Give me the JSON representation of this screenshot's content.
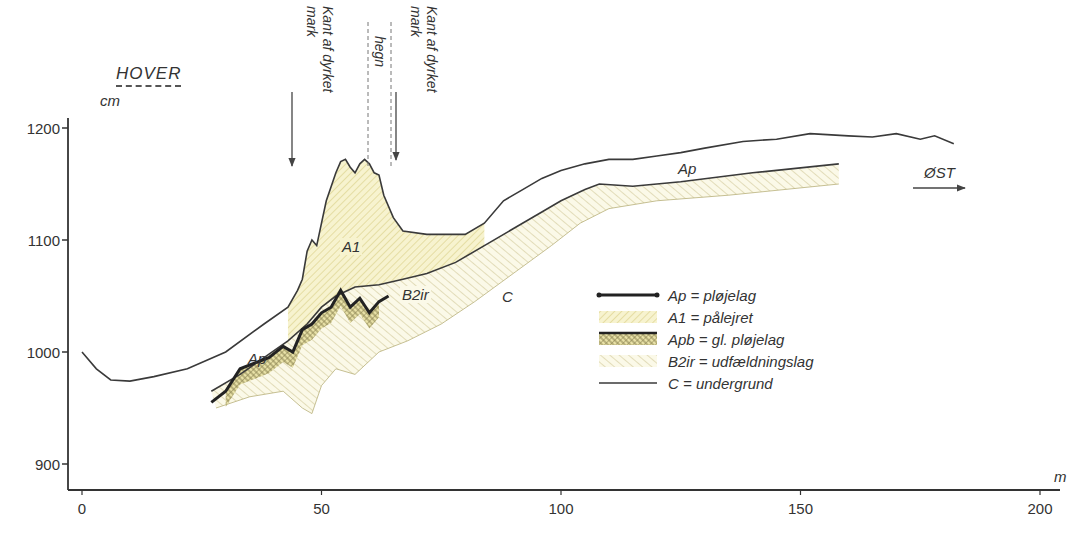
{
  "diagram": {
    "title": "HOVER",
    "labels": [
      "Kant af dyrket mark",
      "hegn",
      "Kant af dyrket mark",
      "cm",
      "1200",
      "1100",
      "1000",
      "900",
      "A1",
      "Ap",
      "B2ir",
      "C",
      "Ap",
      "ØST",
      "0",
      "50",
      "100",
      "150",
      "200",
      "m"
    ],
    "legend": [
      {
        "text": "Ap = pløjelag"
      },
      {
        "text": "A1 = pålejret"
      },
      {
        "text": "Apb = gl. pløjelag"
      },
      {
        "text": "B2ir = udfældningslag"
      },
      {
        "text": "C = undergrund"
      }
    ]
  }
}
